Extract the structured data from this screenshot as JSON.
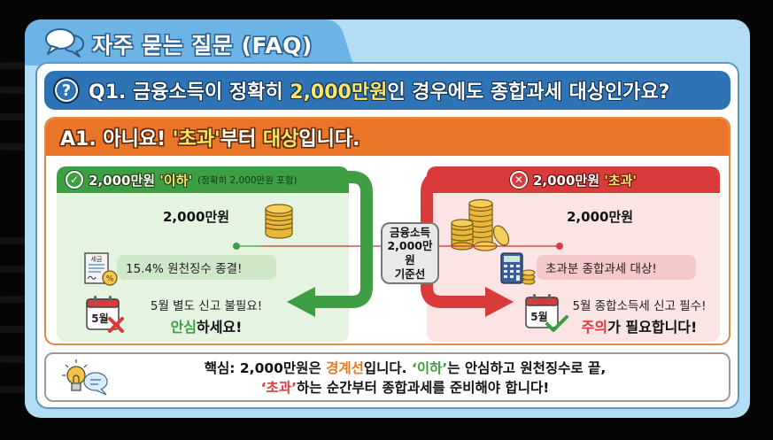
{
  "header": {
    "title": "자주 묻는 질문 (FAQ)",
    "icon": "chat-bubbles-icon"
  },
  "question": {
    "icon": "question-mark-icon",
    "icon_glyph": "?",
    "prefix": "Q1. 금융소득이 정확히 ",
    "highlight": "2,000만원",
    "suffix": "인 경우에도 종합과세 대상인가요?"
  },
  "answer": {
    "prefix": "A1. 아니요! ",
    "highlight1": "'초과'",
    "middle": "부터 ",
    "highlight2": "대상",
    "suffix": "입니다."
  },
  "left_panel": {
    "icon": "check-circle-icon",
    "icon_glyph": "✓",
    "title_amount": "2,000만원 ",
    "title_keyword": "'이하'",
    "title_note": "(정확히 2,000만원 포함)",
    "amount": "2,000만원",
    "coin_icon": "coin-stack-icon",
    "receipt_icon": "tax-receipt-icon",
    "receipt_label": "세금",
    "pill_text": "15.4% 원천징수 종결!",
    "calendar_icon": "calendar-x-icon",
    "calendar_label": "5월",
    "msg_line1": "5월 별도 신고 불필요!",
    "msg_emph": "안심",
    "msg_rest": "하세요!"
  },
  "center": {
    "line1": "금융소득",
    "line2": "2,000만원",
    "line3": "기준선"
  },
  "right_panel": {
    "icon": "x-circle-icon",
    "icon_glyph": "✕",
    "title_amount": "2,000만원 ",
    "title_keyword": "'초과'",
    "amount": "2,000만원",
    "coin_icon": "coin-pile-icon",
    "calculator_icon": "calculator-icon",
    "pill_text": "초과분 종합과세 대상!",
    "calendar_icon": "calendar-check-icon",
    "calendar_label": "5월",
    "msg_line1": "5월 종합소득세 신고 필수!",
    "msg_emph": "주의",
    "msg_rest": "가 필요합니다!"
  },
  "summary": {
    "icon": "lightbulb-chat-icon",
    "line1_a": "핵심: 2,000만원은 ",
    "line1_b": "경계선",
    "line1_c": "입니다. ",
    "line1_d": "‘이하’",
    "line1_e": "는 안심하고 원천징수로 끝,",
    "line2_a": "‘초과’",
    "line2_b": "하는 순간부터 종합과세를 준비해야 합니다!"
  },
  "colors": {
    "card_bg": "#b3dcf5",
    "tab": "#6cb4e6",
    "question_bar": "#2e74b5",
    "answer_bar": "#ea7428",
    "green": "#3e9e44",
    "red": "#d93a3a",
    "highlight_yellow": "#ffe566"
  }
}
